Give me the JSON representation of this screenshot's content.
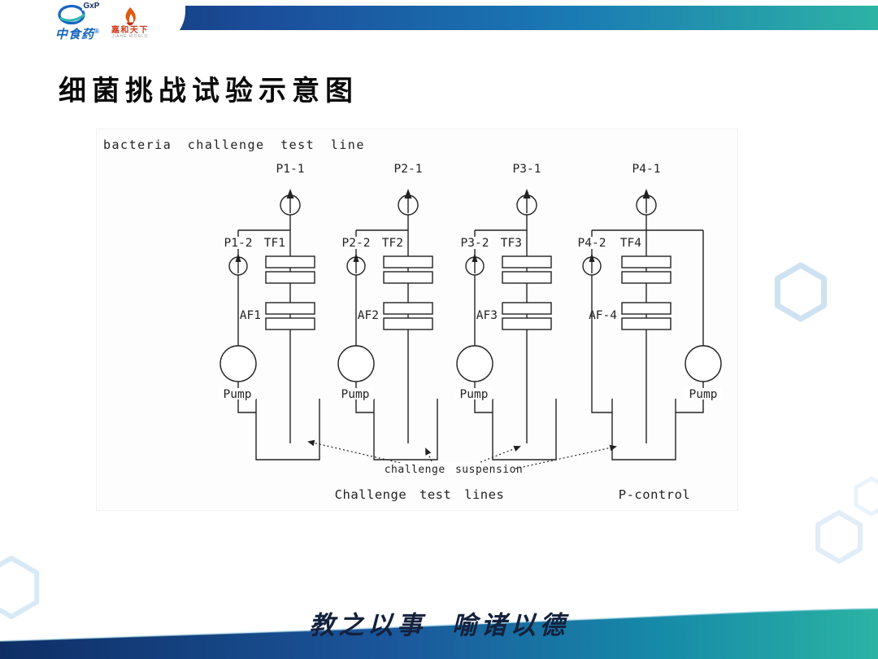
{
  "title": "细菌挑战试验示意图",
  "header": {
    "logo_gxp": {
      "symbol_text": "GxP",
      "name": "中食药",
      "registered_mark": "®"
    },
    "logo_jiahe": {
      "name": "嘉和天下",
      "subtitle": "JIAHE WORLD"
    }
  },
  "diagram": {
    "caption": "bacteria challenge test line",
    "columns": [
      {
        "top_gauge": "P1-1",
        "side_gauge": "P1-2",
        "test_filter": "TF1",
        "air_filter": "AF1",
        "pump": "Pump"
      },
      {
        "top_gauge": "P2-1",
        "side_gauge": "P2-2",
        "test_filter": "TF2",
        "air_filter": "AF2",
        "pump": "Pump"
      },
      {
        "top_gauge": "P3-1",
        "side_gauge": "P3-2",
        "test_filter": "TF3",
        "air_filter": "AF3",
        "pump": "Pump"
      },
      {
        "top_gauge": "P4-1",
        "side_gauge": "P4-2",
        "test_filter": "TF4",
        "air_filter": "AF-4",
        "pump": "Pump"
      }
    ],
    "suspension_label": "challenge suspension",
    "left_group_label": "Challenge test lines",
    "right_group_label": "P-control"
  },
  "footer": {
    "motto": "教之以事  喻诸以德"
  },
  "colors": {
    "header_gradient_left": "#0f2d66",
    "header_gradient_mid": "#1a7ab4",
    "header_gradient_right": "#2db3a4",
    "footer_gradient_left": "#0f2e66",
    "footer_gradient_right": "#2bb3a4",
    "hexagon_accent": "#cfe2f2",
    "diagram_line": "#222222",
    "logo_blue": "#1565c0",
    "logo_red": "#cf3a1a",
    "title_color": "#0a0a0a",
    "motto_color": "#14213d"
  }
}
